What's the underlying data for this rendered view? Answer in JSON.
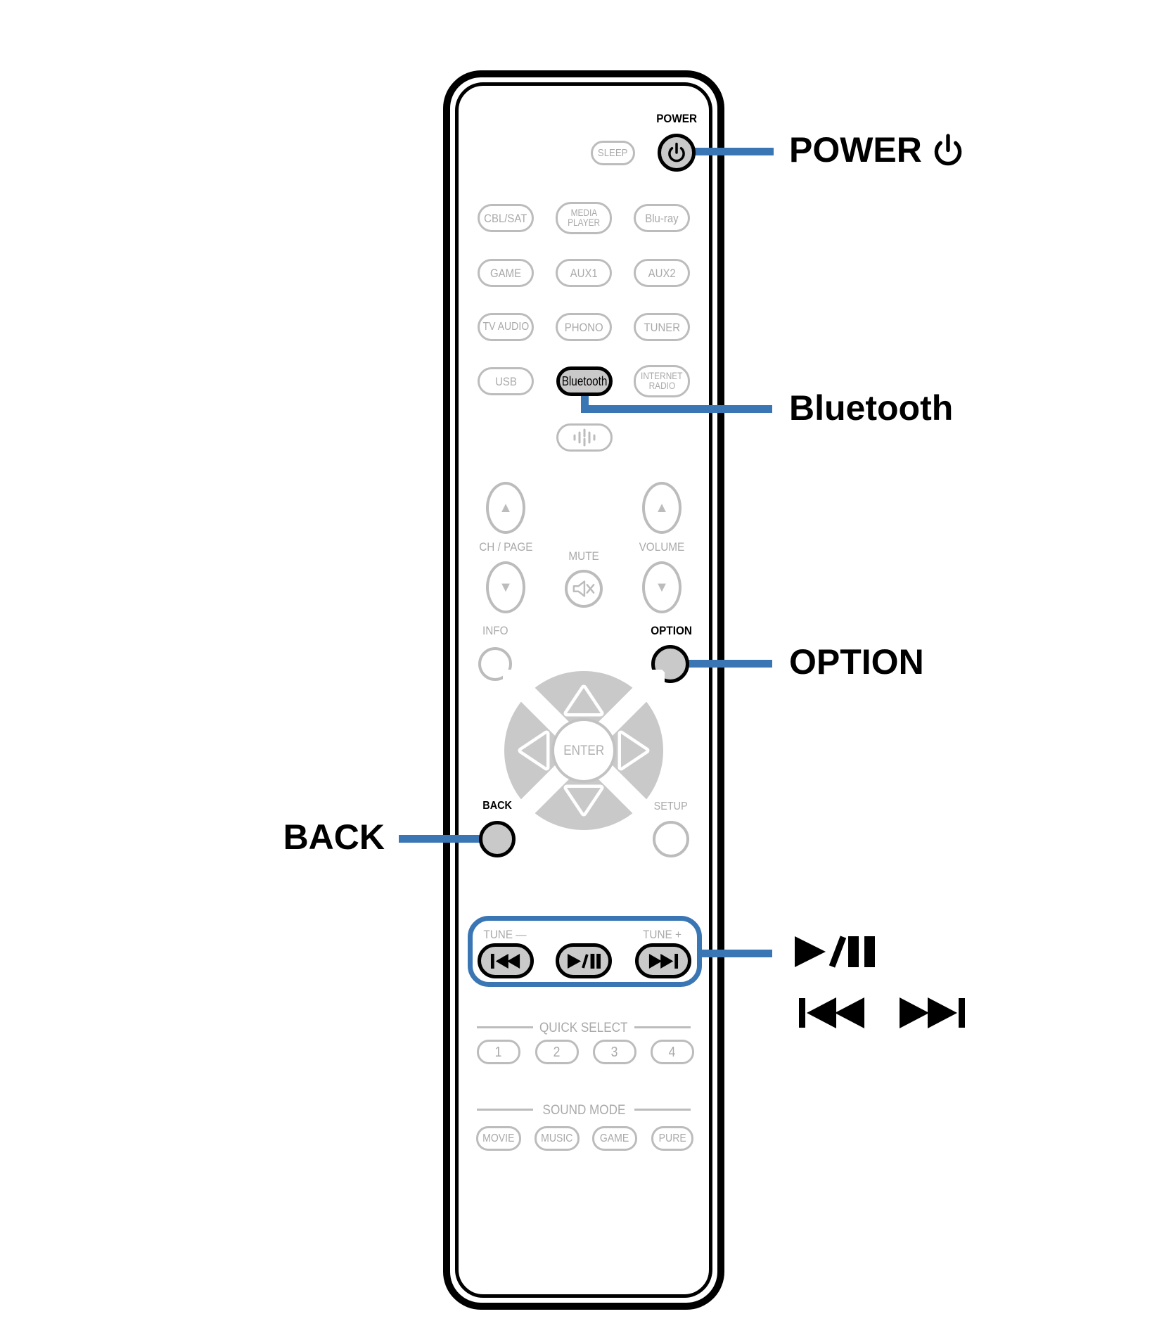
{
  "colors": {
    "accent_blue": "#3A76B4",
    "button_fill_grey": "#C9C9C9",
    "outline_grey": "#BCBCBC",
    "label_grey": "#A9A9A9",
    "black": "#000000"
  },
  "callouts": {
    "power": {
      "label": "POWER",
      "icon": "power-icon"
    },
    "bluetooth": {
      "label": "Bluetooth"
    },
    "option": {
      "label": "OPTION"
    },
    "back": {
      "label": "BACK"
    },
    "play_pause": {
      "icon": "play-pause-icon"
    },
    "skip": {
      "icon": "skip-back-skip-forward-icon"
    }
  },
  "remote": {
    "power_label": "POWER",
    "sleep": "SLEEP",
    "cbl_sat": "CBL/SAT",
    "media_line1": "MEDIA",
    "media_line2": "PLAYER",
    "bluray": "Blu-ray",
    "game": "GAME",
    "aux1": "AUX1",
    "aux2": "AUX2",
    "tv_audio": "TV AUDIO",
    "phono": "PHONO",
    "tuner": "TUNER",
    "usb": "USB",
    "bluetooth": "Bluetooth",
    "internet_line1": "INTERNET",
    "internet_line2": "RADIO",
    "up_triangle": "▲",
    "down_triangle": "▼",
    "ch_page": "CH / PAGE",
    "mute": "MUTE",
    "volume": "VOLUME",
    "info": "INFO",
    "option": "OPTION",
    "enter": "ENTER",
    "back": "BACK",
    "setup": "SETUP",
    "tune_minus": "TUNE —",
    "tune_plus": "TUNE +",
    "quick_select": "QUICK SELECT",
    "qs1": "1",
    "qs2": "2",
    "qs3": "3",
    "qs4": "4",
    "sound_mode": "SOUND MODE",
    "movie": "MOVIE",
    "music": "MUSIC",
    "game_mode": "GAME",
    "pure": "PURE"
  }
}
